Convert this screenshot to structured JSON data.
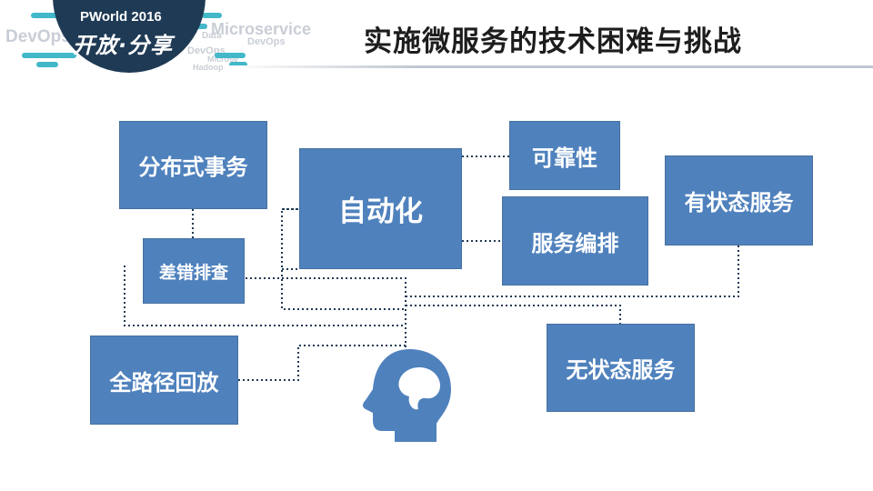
{
  "event_logo": {
    "title": "PWorld 2016",
    "slogan": "开放·分享",
    "tag_cloud": [
      "DevOps",
      "Microservice",
      "DevOps",
      "DevOps",
      "Microse",
      "Hadoop",
      "Data"
    ]
  },
  "header": {
    "title": "实施微服务的技术困难与挑战"
  },
  "diagram": {
    "nodes": {
      "distributed_transaction": "分布式事务",
      "error_troubleshooting": "差错排查",
      "full_path_replay": "全路径回放",
      "automation": "自动化",
      "reliability": "可靠性",
      "service_orchestration": "服务编排",
      "stateful_service": "有状态服务",
      "stateless_service": "无状态服务"
    },
    "center_icon": "head-icon"
  },
  "colors": {
    "node_fill": "#4f81bd",
    "connector": "#1f3a55",
    "logo_bg": "#1f3a55",
    "accent": "#42b8c9"
  }
}
